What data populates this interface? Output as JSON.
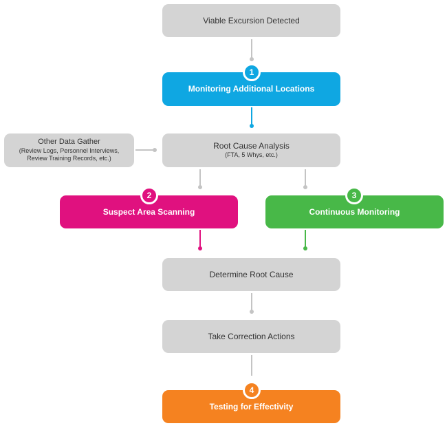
{
  "nodes": {
    "viable": {
      "label": "Viable Excursion Detected"
    },
    "monitoring": {
      "label": "Monitoring Additional Locations",
      "step": "1"
    },
    "other_data": {
      "title": "Other Data Gather",
      "line1": "(Review Logs, Personnel Interviews,",
      "line2": "Review Training Records, etc.)"
    },
    "root_cause_analysis": {
      "label": "Root Cause Analysis",
      "sub": "(FTA, 5 Whys, etc.)"
    },
    "suspect": {
      "label": "Suspect Area Scanning",
      "step": "2"
    },
    "continuous": {
      "label": "Continuous Monitoring",
      "step": "3"
    },
    "determine": {
      "label": "Determine Root Cause"
    },
    "correction": {
      "label": "Take Correction Actions"
    },
    "testing": {
      "label": "Testing for Effectivity",
      "step": "4"
    }
  },
  "colors": {
    "gray": "#d4d4d4",
    "connector": "#c4c4c4",
    "blue": "#0fa7e2",
    "magenta": "#e0117f",
    "green": "#48b848",
    "orange": "#f58220"
  }
}
